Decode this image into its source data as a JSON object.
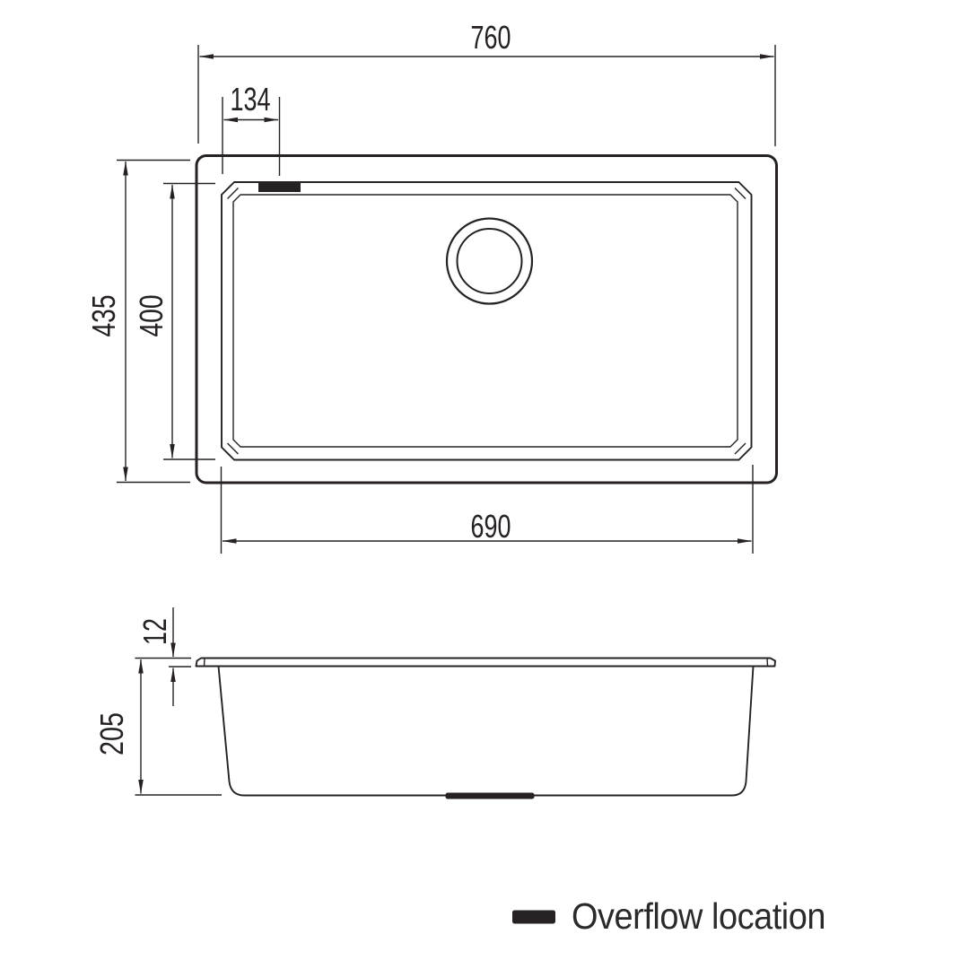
{
  "colors": {
    "line": "#262223",
    "text": "#262223",
    "marker": "#262223",
    "background": "#ffffff"
  },
  "top_view": {
    "dim_overall_width": "760",
    "dim_overflow_offset": "134",
    "dim_overall_height": "435",
    "dim_bowl_height": "400",
    "dim_bowl_width": "690"
  },
  "side_view": {
    "dim_rim_thickness": "12",
    "dim_bowl_depth": "205"
  },
  "legend": {
    "label": "Overflow location"
  }
}
